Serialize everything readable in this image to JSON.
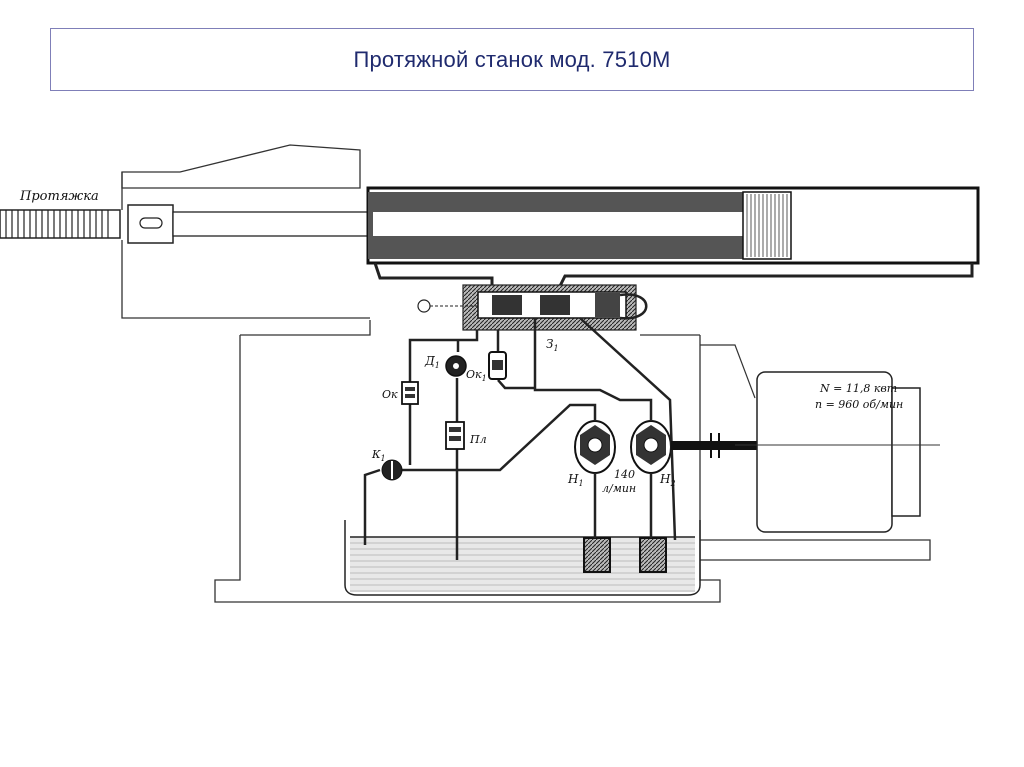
{
  "slide": {
    "title": "Протяжной станок мод. 7510М"
  },
  "diagram": {
    "labels": {
      "broach": "Протяжка",
      "d1": "Д",
      "d1_sub": "1",
      "ok1": "Ок",
      "ok1_sub": "1",
      "ok": "Ок",
      "pl": "Пл",
      "k1": "К",
      "k1_sub": "1",
      "z1": "З",
      "z1_sub": "1",
      "h1": "Н",
      "h1_sub": "1",
      "h2": "Н",
      "h2_sub": "2",
      "flow_value": "140",
      "flow_unit": "л/мин",
      "power": "N = 11,8 квт",
      "speed": "n = 960 об/мин"
    }
  }
}
